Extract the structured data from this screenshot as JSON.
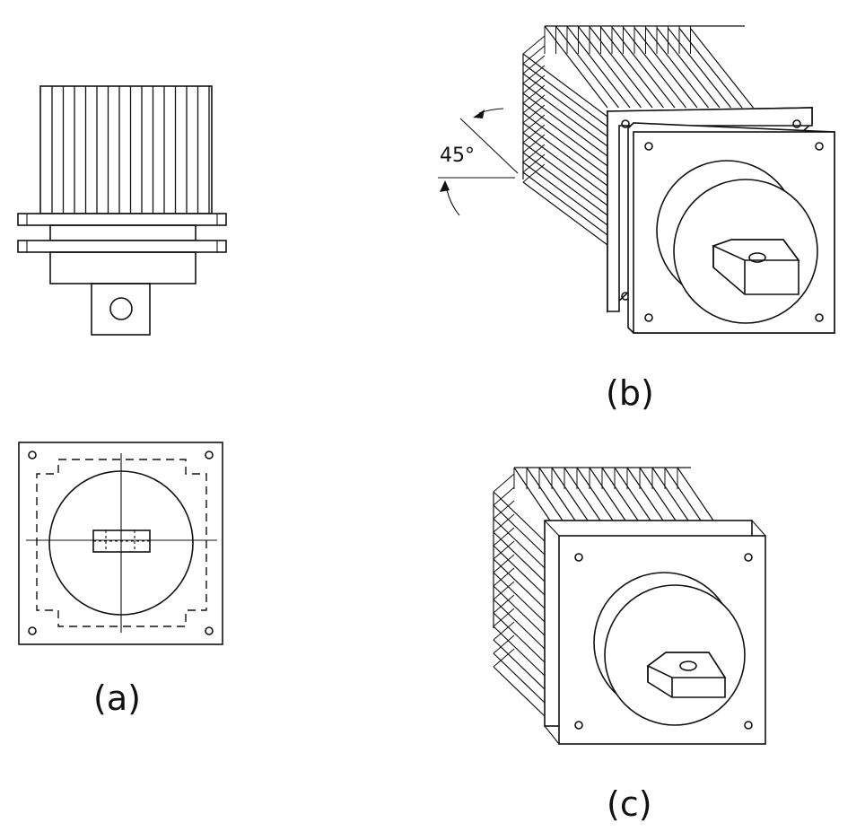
{
  "figure": {
    "view_a": {
      "caption": "(a)"
    },
    "view_b": {
      "caption": "(b)",
      "angle_label": "45°"
    },
    "view_c": {
      "caption": "(c)"
    }
  },
  "icons": [
    "heat-sink-side-view",
    "mounting-plate-top-view",
    "heat-sink-isometric-view"
  ],
  "colors": {
    "line": "#111111",
    "background": "#ffffff"
  }
}
